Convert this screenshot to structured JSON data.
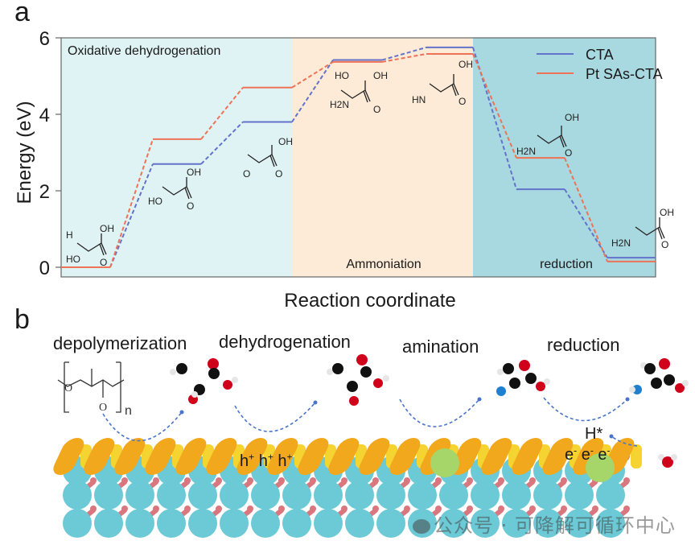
{
  "panel_a": {
    "letter": "a"
  },
  "panel_b": {
    "letter": "b",
    "steps": [
      "depolymerization",
      "dehydrogenation",
      "amination",
      "reduction"
    ],
    "polymer_subscript": "n",
    "holes": [
      "h+",
      "h+",
      "h+"
    ],
    "hole_sign": "+",
    "electrons_sign": "-",
    "electron_symbol": "e",
    "h_star": "H*",
    "colors": {
      "carbon": "#111111",
      "oxygen": "#d0021b",
      "hydrogen": "#e6e6e6",
      "nitrogen": "#1f7fd0",
      "arrow": "#4a74c9",
      "top_layer": "#f2a81d",
      "top_layer_light": "#f5d431",
      "cyan_atom": "#6cc9d6",
      "pink_bond": "#d9767e",
      "pt_atom": "#a6d56a"
    }
  },
  "watermark": {
    "text": "公众号 · 可降解可循环中心"
  },
  "chart_data": {
    "type": "line",
    "subtype": "energy-profile",
    "title": "",
    "xlabel": "Reaction coordinate",
    "ylabel": "Energy (eV)",
    "ylim": [
      0,
      6
    ],
    "yticks": [
      0,
      2,
      4,
      6
    ],
    "grid": false,
    "legend_position": "top-right",
    "regions": [
      {
        "label": "Oxidative dehydrogenation",
        "from_step": 0,
        "to_step": 2,
        "color": "#e0f3f4",
        "label_position": "top-left"
      },
      {
        "label": "Ammoniation",
        "from_step": 3,
        "to_step": 4,
        "color": "#fdebd8",
        "label_position": "bottom-center"
      },
      {
        "label": "reduction",
        "from_step": 5,
        "to_step": 6,
        "color": "#a8d8e0",
        "label_position": "bottom-center"
      }
    ],
    "steps": [
      0,
      1,
      2,
      3,
      4,
      5,
      6
    ],
    "series": [
      {
        "name": "CTA",
        "color": "#6273c9",
        "values": [
          0,
          2.7,
          3.8,
          5.42,
          5.75,
          2.04,
          0.25
        ]
      },
      {
        "name": "Pt SAs-CTA",
        "color": "#ee7256",
        "values": [
          0,
          3.35,
          4.7,
          5.37,
          5.58,
          2.86,
          0.15
        ]
      }
    ],
    "intermediate_labels": [
      {
        "step": 0,
        "atoms": [
          "H",
          "OH",
          "HO",
          "O"
        ]
      },
      {
        "step": 1,
        "atoms": [
          "OH",
          "HO",
          "O"
        ]
      },
      {
        "step": 2,
        "atoms": [
          "OH",
          "O",
          "O"
        ]
      },
      {
        "step": 3,
        "atoms": [
          "HO",
          "OH",
          "H2N",
          "O"
        ]
      },
      {
        "step": 4,
        "atoms": [
          "OH",
          "HN",
          "O"
        ]
      },
      {
        "step": 5,
        "atoms": [
          "OH",
          "H2N",
          "O"
        ]
      },
      {
        "step": 6,
        "atoms": [
          "OH",
          "H2N",
          "O"
        ]
      }
    ]
  }
}
